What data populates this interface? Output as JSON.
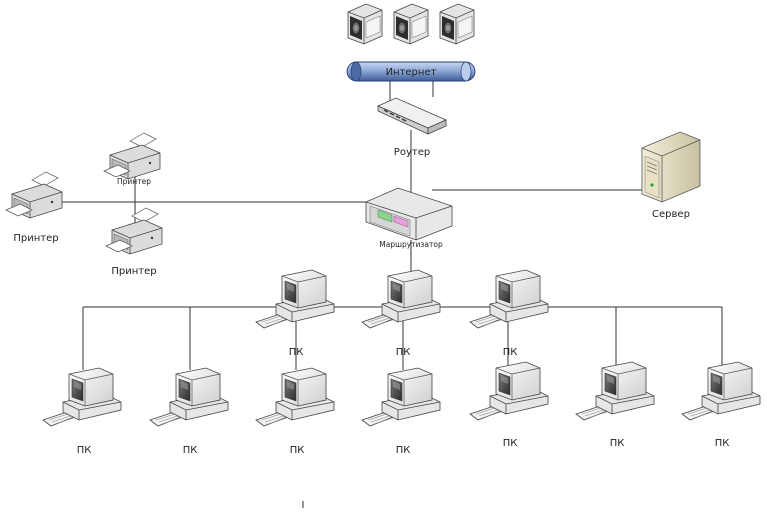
{
  "labels": {
    "internet": "Интернет",
    "router": "Роутер",
    "switch": "Маршрутизатор",
    "server": "Сервер",
    "printer_left": "Принтер",
    "printer_top": "Принтер",
    "printer_mid": "Принтер",
    "pc": "ПК",
    "cursor_mark": "I"
  },
  "counts": {
    "cameras": 3,
    "pcs": 10
  }
}
